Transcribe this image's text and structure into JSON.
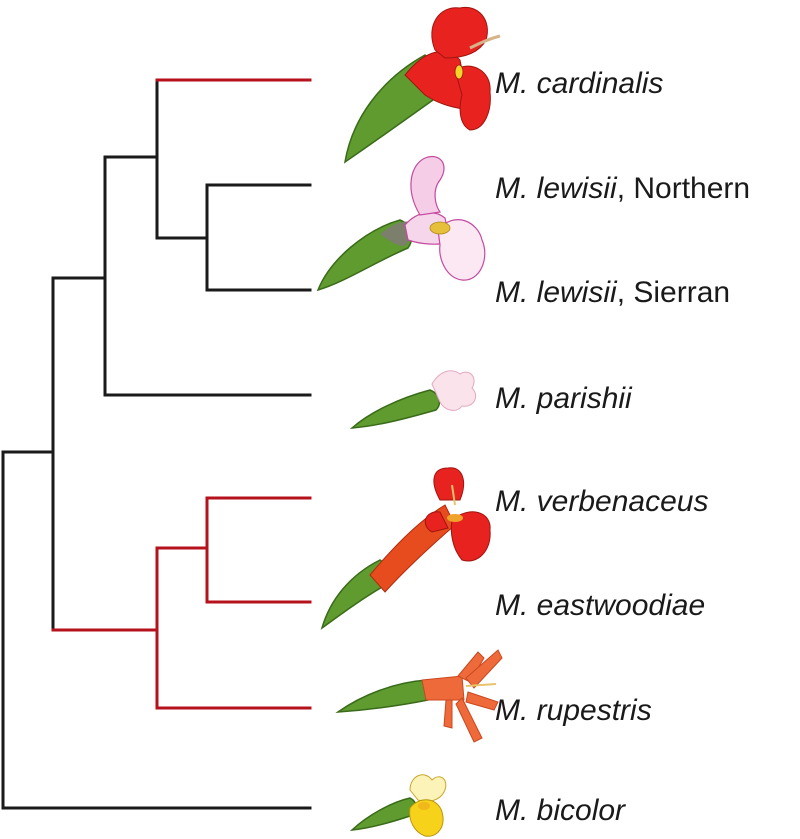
{
  "tree": {
    "colors": {
      "ancestral_branch": "#1a1a1a",
      "hummingbird_branch": "#b5121b"
    },
    "taxa": [
      {
        "id": "cardinalis",
        "genus": "M.",
        "species": "cardinalis",
        "suffix": "",
        "branch_color": "hummingbird",
        "flower": "red-bilabiate-flower-icon"
      },
      {
        "id": "lewisii-northern",
        "genus": "M.",
        "species": "lewisii",
        "suffix": ", Northern",
        "branch_color": "ancestral",
        "flower": "pink-flower-icon"
      },
      {
        "id": "lewisii-sierran",
        "genus": "M.",
        "species": "lewisii",
        "suffix": ", Sierran",
        "branch_color": "ancestral",
        "flower": "pink-flower-icon"
      },
      {
        "id": "parishii",
        "genus": "M.",
        "species": "parishii",
        "suffix": "",
        "branch_color": "ancestral",
        "flower": "small-pale-pink-flower-icon"
      },
      {
        "id": "verbenaceus",
        "genus": "M.",
        "species": "verbenaceus",
        "suffix": "",
        "branch_color": "hummingbird",
        "flower": "red-tubular-flower-icon"
      },
      {
        "id": "eastwoodiae",
        "genus": "M.",
        "species": "eastwoodiae",
        "suffix": "",
        "branch_color": "hummingbird",
        "flower": "red-tubular-flower-icon"
      },
      {
        "id": "rupestris",
        "genus": "M.",
        "species": "rupestris",
        "suffix": "",
        "branch_color": "hummingbird",
        "flower": "orange-star-flower-icon"
      },
      {
        "id": "bicolor",
        "genus": "M.",
        "species": "bicolor",
        "suffix": "",
        "branch_color": "ancestral",
        "flower": "yellow-flower-icon"
      }
    ]
  }
}
